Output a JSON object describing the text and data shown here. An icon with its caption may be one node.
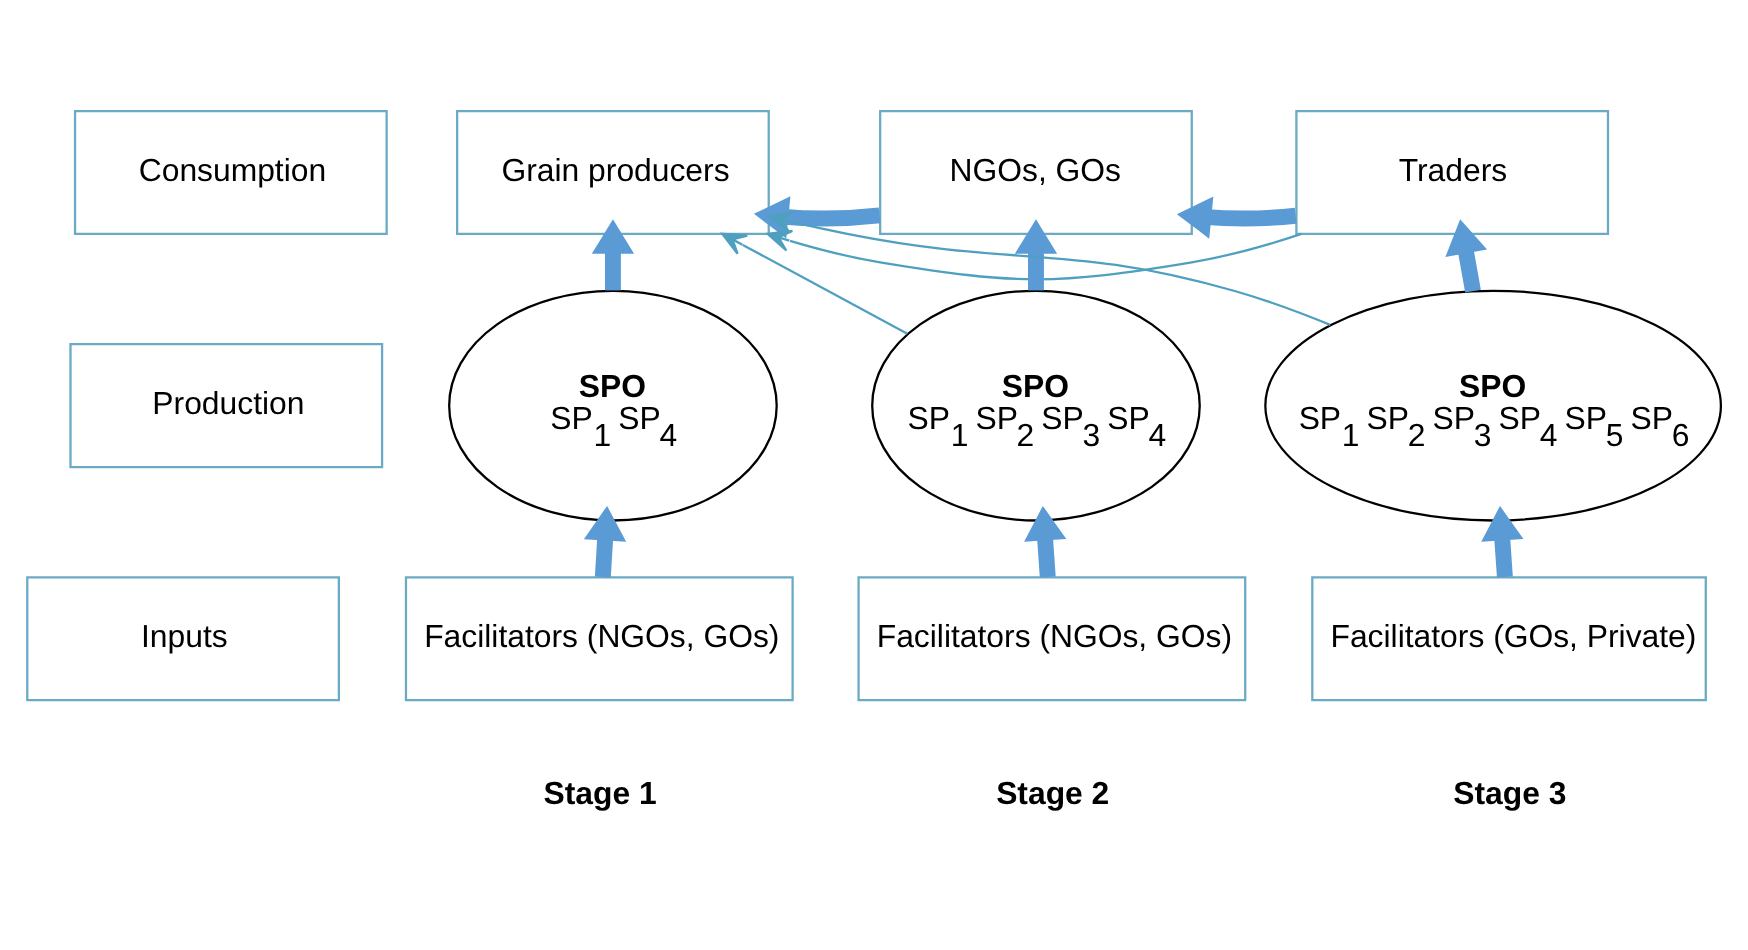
{
  "diagram": {
    "nodes": [
      {
        "text": [
          "Consumption"
        ]
      },
      {
        "text": [
          "Production"
        ]
      },
      {
        "text": [
          "Inputs"
        ]
      },
      {
        "text": [
          "Grain producers"
        ]
      },
      {
        "text": [
          "NGOs, GOs"
        ]
      },
      {
        "text": [
          "Traders"
        ]
      },
      {
        "text": [
          "SPO",
          "SP$_{1}$ SP$_{4}$"
        ]
      },
      {
        "text": [
          "SPO",
          "SP$_{1}$ SP$_{2}$ SP$_{3}$ SP$_{4}$"
        ]
      },
      {
        "text": [
          "SPO",
          "SP$_{1}$ SP$_{2}$ SP$_{3}$ SP$_{4}$ SP$_{5}$ SP$_{6}$"
        ]
      },
      {
        "text": [
          "Facilitators (NGOs, GOs)"
        ]
      },
      {
        "text": [
          "Facilitators (NGOs, GOs)"
        ]
      },
      {
        "text": [
          "Facilitators (GOs, Private)"
        ]
      }
    ],
    "edges": [
      {
        "from": 5,
        "to": 3,
        "arrow": "to",
        "color": "#4fa0bf"
      },
      {
        "from": 4,
        "to": 3,
        "arrow": "to"
      },
      {
        "from": 5,
        "to": 4,
        "arrow": "to"
      },
      {
        "from": 7,
        "to": 3,
        "arrow": "to",
        "color": "#4fa0bf"
      },
      {
        "from": 8,
        "to": 3,
        "arrow": "to",
        "color": "#4fa0bf"
      },
      {
        "from": 6,
        "to": 3,
        "arrow": "to"
      },
      {
        "from": 7,
        "to": 4,
        "arrow": "to"
      },
      {
        "from": 8,
        "to": 5,
        "arrow": "to"
      },
      {
        "from": 9,
        "to": 6,
        "arrow": "to"
      },
      {
        "from": 10,
        "to": 7,
        "arrow": "to"
      },
      {
        "from": 11,
        "to": 8,
        "arrow": "to"
      }
    ],
    "labels": [
      "Stage 1",
      "Stage 2",
      "Stage 3"
    ]
  }
}
